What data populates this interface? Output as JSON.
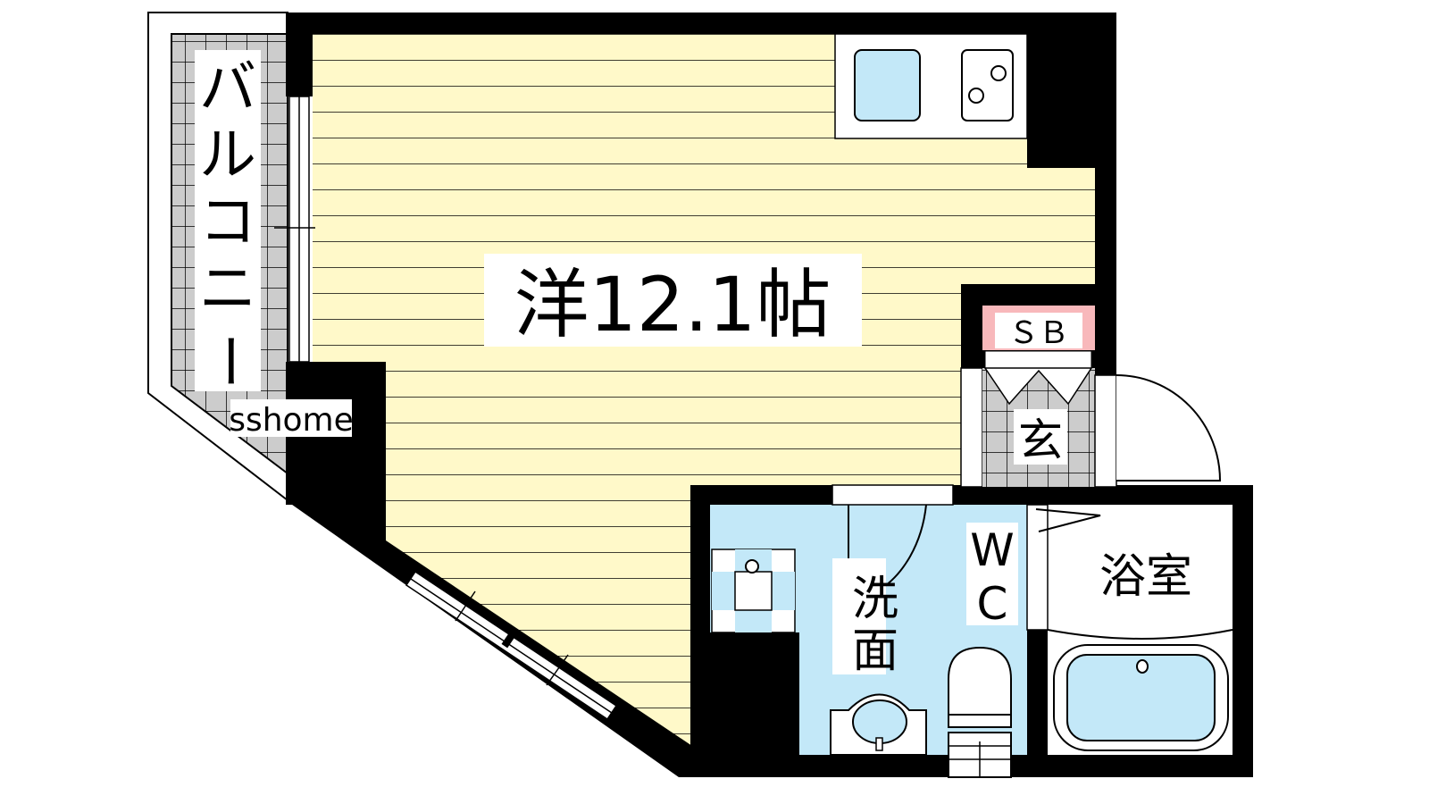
{
  "plan": {
    "main_room": {
      "label": "洋12.1帖"
    },
    "balcony": {
      "chars": [
        "バ",
        "ル",
        "コ",
        "ニ",
        "ー"
      ]
    },
    "watermark": "sshome",
    "shoe_box": "ＳＢ",
    "entrance": "玄",
    "toilet": {
      "chars": [
        "W",
        "C"
      ]
    },
    "washroom": {
      "chars": [
        "洗",
        "面"
      ]
    },
    "bathroom": "浴室"
  },
  "colors": {
    "floor": "#fff9c9",
    "wet_area": "#c3e8f8",
    "tile": "#cccccc",
    "shoe_box": "#f8b8bb",
    "wall": "#000000"
  }
}
